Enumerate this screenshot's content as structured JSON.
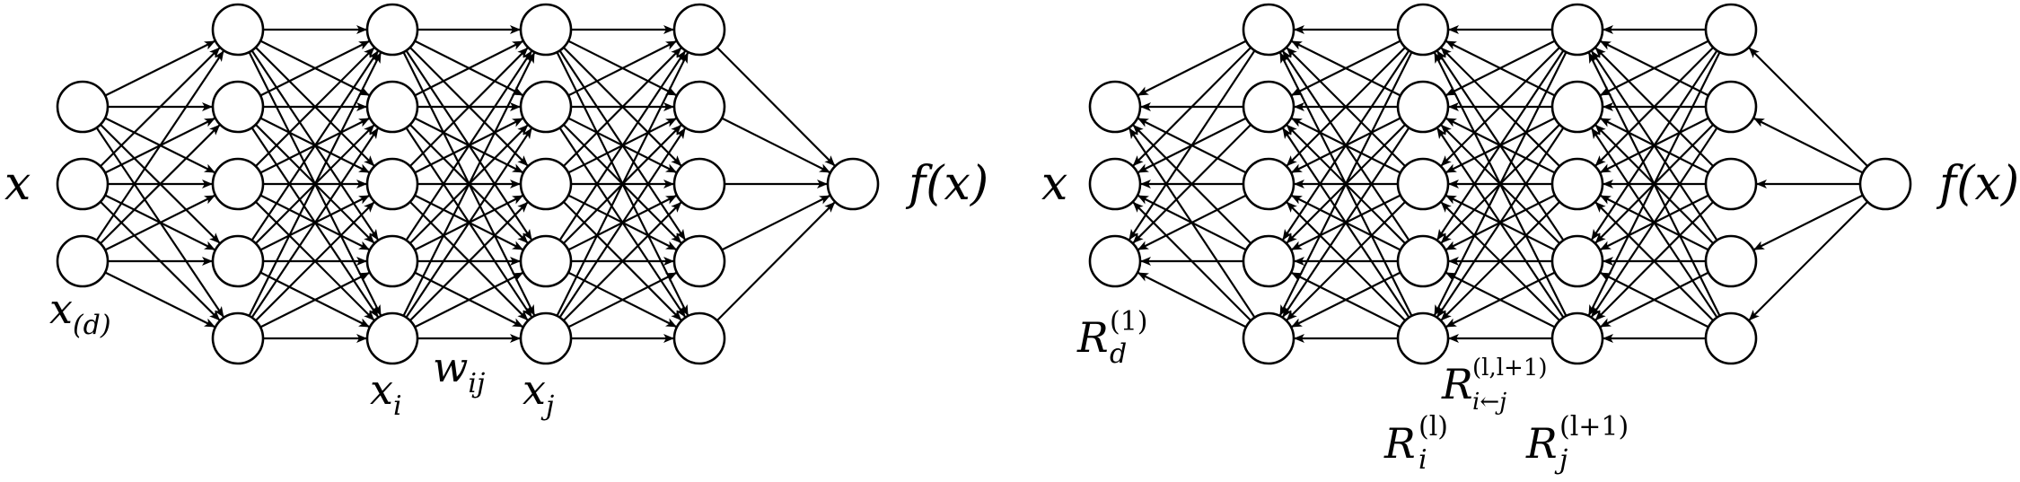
{
  "colors": {
    "stroke": "#000000",
    "node_fill": "#ffffff"
  },
  "left_network": {
    "direction": "forward",
    "layer_sizes": [
      3,
      5,
      5,
      5,
      5,
      1
    ],
    "labels": {
      "input": "x",
      "input_dim_base": "x",
      "input_dim_sub": "(d)",
      "xi_base": "x",
      "xi_sub": "i",
      "weight_base": "w",
      "weight_sub": "ij",
      "xj_base": "x",
      "xj_sub": "j",
      "output": "f(x)"
    }
  },
  "right_network": {
    "direction": "backward",
    "layer_sizes": [
      3,
      5,
      5,
      5,
      5,
      1
    ],
    "labels": {
      "input": "x",
      "output": "f(x)",
      "rd_base": "R",
      "rd_sub": "d",
      "rd_sup": "(1)",
      "msg_base": "R",
      "msg_sub": "i←j",
      "msg_sup": "(l,l+1)",
      "ri_base": "R",
      "ri_sub": "i",
      "ri_sup": "(l)",
      "rj_base": "R",
      "rj_sub": "j",
      "rj_sup": "(l+1)"
    }
  }
}
